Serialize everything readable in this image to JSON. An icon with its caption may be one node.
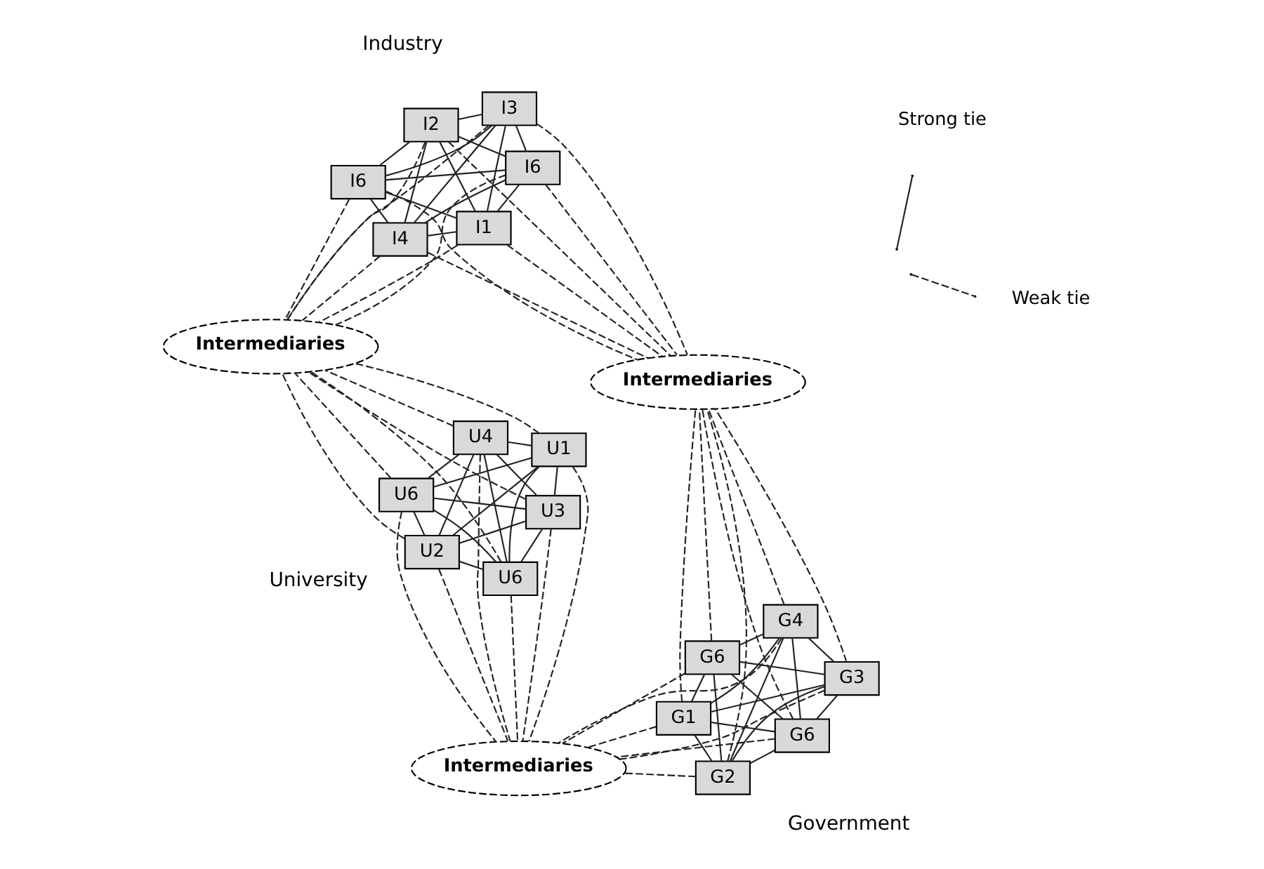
{
  "diagram": {
    "nodes": [
      {
        "text": [
          "U1"
        ]
      },
      {
        "text": [
          "U6"
        ]
      },
      {
        "text": [
          "U2"
        ]
      },
      {
        "text": [
          "U6"
        ]
      },
      {
        "text": [
          "U3"
        ]
      },
      {
        "text": [
          "U4"
        ]
      },
      {
        "text": [
          "Intermediaries"
        ]
      },
      {
        "text": [
          "Intermediaries"
        ]
      },
      {
        "text": [
          "G1"
        ]
      },
      {
        "text": [
          "G6"
        ]
      },
      {
        "text": [
          "G2"
        ]
      },
      {
        "text": [
          "G6"
        ]
      },
      {
        "text": [
          "G3"
        ]
      },
      {
        "text": [
          "G4"
        ]
      },
      {
        "text": [
          "Intermediaries"
        ]
      },
      {
        "text": [
          "I1"
        ]
      },
      {
        "text": [
          "I6"
        ]
      },
      {
        "text": [
          "I2"
        ]
      },
      {
        "text": [
          "I6"
        ]
      },
      {
        "text": [
          "I3"
        ]
      },
      {
        "text": [
          "I4"
        ]
      }
    ],
    "edges": [
      {
        "from": 0,
        "to": 1,
        "arrow": "none"
      },
      {
        "from": 0,
        "to": 2,
        "arrow": "none"
      },
      {
        "from": 0,
        "to": 3,
        "arrow": "none"
      },
      {
        "from": 0,
        "to": 4,
        "arrow": "none"
      },
      {
        "from": 0,
        "to": 5,
        "arrow": "none"
      },
      {
        "from": 1,
        "to": 2,
        "arrow": "none"
      },
      {
        "from": 1,
        "to": 3,
        "arrow": "none"
      },
      {
        "from": 1,
        "to": 4,
        "arrow": "none"
      },
      {
        "from": 1,
        "to": 5,
        "arrow": "none"
      },
      {
        "from": 2,
        "to": 3,
        "arrow": "none"
      },
      {
        "from": 2,
        "to": 4,
        "arrow": "none"
      },
      {
        "from": 2,
        "to": 5,
        "arrow": "none"
      },
      {
        "from": 3,
        "to": 4,
        "arrow": "none"
      },
      {
        "from": 3,
        "to": 5,
        "arrow": "none"
      },
      {
        "from": 4,
        "to": 5,
        "arrow": "none"
      },
      {
        "from": 8,
        "to": 9,
        "arrow": "none"
      },
      {
        "from": 8,
        "to": 10,
        "arrow": "none"
      },
      {
        "from": 8,
        "to": 11,
        "arrow": "none"
      },
      {
        "from": 8,
        "to": 12,
        "arrow": "none"
      },
      {
        "from": 8,
        "to": 13,
        "arrow": "none"
      },
      {
        "from": 9,
        "to": 10,
        "arrow": "none"
      },
      {
        "from": 9,
        "to": 11,
        "arrow": "none"
      },
      {
        "from": 9,
        "to": 12,
        "arrow": "none"
      },
      {
        "from": 9,
        "to": 13,
        "arrow": "none"
      },
      {
        "from": 10,
        "to": 11,
        "arrow": "none"
      },
      {
        "from": 10,
        "to": 12,
        "arrow": "none"
      },
      {
        "from": 10,
        "to": 13,
        "arrow": "none"
      },
      {
        "from": 11,
        "to": 12,
        "arrow": "none"
      },
      {
        "from": 11,
        "to": 13,
        "arrow": "none"
      },
      {
        "from": 12,
        "to": 13,
        "arrow": "none"
      },
      {
        "from": 15,
        "to": 16,
        "arrow": "none"
      },
      {
        "from": 15,
        "to": 17,
        "arrow": "none"
      },
      {
        "from": 15,
        "to": 18,
        "arrow": "none"
      },
      {
        "from": 15,
        "to": 19,
        "arrow": "none"
      },
      {
        "from": 15,
        "to": 20,
        "arrow": "none"
      },
      {
        "from": 16,
        "to": 17,
        "arrow": "none"
      },
      {
        "from": 16,
        "to": 18,
        "arrow": "none"
      },
      {
        "from": 16,
        "to": 19,
        "arrow": "none"
      },
      {
        "from": 16,
        "to": 20,
        "arrow": "none"
      },
      {
        "from": 17,
        "to": 18,
        "arrow": "none"
      },
      {
        "from": 17,
        "to": 19,
        "arrow": "none"
      },
      {
        "from": 17,
        "to": 20,
        "arrow": "none"
      },
      {
        "from": 18,
        "to": 19,
        "arrow": "none"
      },
      {
        "from": 18,
        "to": 20,
        "arrow": "none"
      },
      {
        "from": 19,
        "to": 20,
        "arrow": "none"
      },
      {
        "from": 0,
        "to": 6,
        "arrow": "none",
        "style": "dashed"
      },
      {
        "from": 1,
        "to": 6,
        "arrow": "none",
        "style": "dashed"
      },
      {
        "from": 2,
        "to": 6,
        "arrow": "none",
        "style": "dashed"
      },
      {
        "from": 3,
        "to": 6,
        "arrow": "none",
        "style": "dashed"
      },
      {
        "from": 4,
        "to": 6,
        "arrow": "none",
        "style": "dashed"
      },
      {
        "from": 5,
        "to": 6,
        "arrow": "none",
        "style": "dashed"
      },
      {
        "from": 0,
        "to": 7,
        "arrow": "none",
        "style": "dashed"
      },
      {
        "from": 1,
        "to": 7,
        "arrow": "none",
        "style": "dashed"
      },
      {
        "from": 2,
        "to": 7,
        "arrow": "none",
        "style": "dashed"
      },
      {
        "from": 3,
        "to": 7,
        "arrow": "none",
        "style": "dashed"
      },
      {
        "from": 4,
        "to": 7,
        "arrow": "none",
        "style": "dashed"
      },
      {
        "from": 5,
        "to": 7,
        "arrow": "none",
        "style": "dashed"
      },
      {
        "from": 8,
        "to": 6,
        "arrow": "none",
        "style": "dashed"
      },
      {
        "from": 9,
        "to": 6,
        "arrow": "none",
        "style": "dashed"
      },
      {
        "from": 10,
        "to": 6,
        "arrow": "none",
        "style": "dashed"
      },
      {
        "from": 11,
        "to": 6,
        "arrow": "none",
        "style": "dashed"
      },
      {
        "from": 12,
        "to": 6,
        "arrow": "none",
        "style": "dashed"
      },
      {
        "from": 13,
        "to": 6,
        "arrow": "none",
        "style": "dashed"
      },
      {
        "from": 8,
        "to": 14,
        "arrow": "none",
        "style": "dashed"
      },
      {
        "from": 9,
        "to": 14,
        "arrow": "none",
        "style": "dashed"
      },
      {
        "from": 10,
        "to": 14,
        "arrow": "none",
        "style": "dashed"
      },
      {
        "from": 11,
        "to": 14,
        "arrow": "none",
        "style": "dashed"
      },
      {
        "from": 12,
        "to": 14,
        "arrow": "none",
        "style": "dashed"
      },
      {
        "from": 13,
        "to": 14,
        "arrow": "none",
        "style": "dashed"
      },
      {
        "from": 15,
        "to": 7,
        "arrow": "none",
        "style": "dashed"
      },
      {
        "from": 16,
        "to": 7,
        "arrow": "none",
        "style": "dashed"
      },
      {
        "from": 17,
        "to": 7,
        "arrow": "none",
        "style": "dashed"
      },
      {
        "from": 18,
        "to": 7,
        "arrow": "none",
        "style": "dashed"
      },
      {
        "from": 19,
        "to": 7,
        "arrow": "none",
        "style": "dashed"
      },
      {
        "from": 20,
        "to": 7,
        "arrow": "none",
        "style": "dashed"
      },
      {
        "from": 15,
        "to": 14,
        "arrow": "none",
        "style": "dashed"
      },
      {
        "from": 16,
        "to": 14,
        "arrow": "none",
        "style": "dashed"
      },
      {
        "from": 17,
        "to": 14,
        "arrow": "none",
        "style": "dashed"
      },
      {
        "from": 18,
        "to": 14,
        "arrow": "none",
        "style": "dashed"
      },
      {
        "from": 19,
        "to": 14,
        "arrow": "none",
        "style": "dashed"
      },
      {
        "from": 20,
        "to": 14,
        "arrow": "none",
        "style": "dashed"
      }
    ],
    "labels": [
      "University",
      "Government",
      "Industry"
    ],
    "legend": [
      {
        "text": "Strong tie"
      },
      {
        "text": "Weak tie"
      }
    ]
  }
}
